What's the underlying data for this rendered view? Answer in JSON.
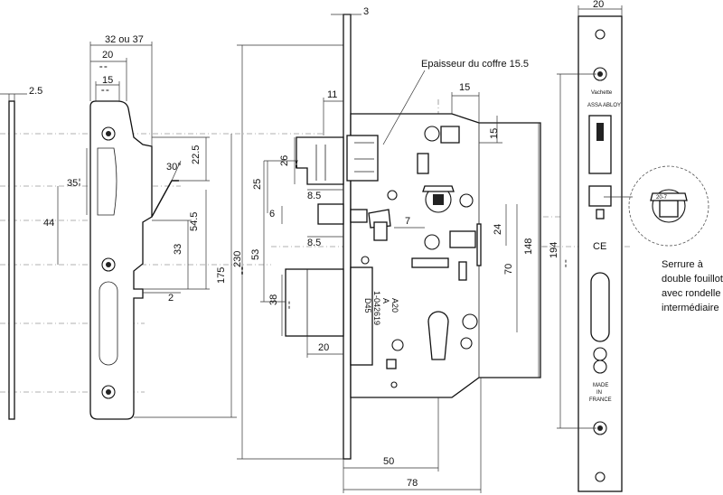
{
  "left_view": {
    "dims": {
      "thickness": "2.5",
      "width_total": "32 ou 37",
      "width_20": "20",
      "eq_20": "= =",
      "width_15": "15",
      "eq_15": "= =",
      "h35": "35",
      "eq_35": "= =",
      "h44": "44",
      "angle": "30°",
      "h22_5": "22.5",
      "h54_5": "54.5",
      "h33": "33",
      "offset2": "2",
      "h175": "175",
      "h230": "230",
      "eq_230": "= ="
    }
  },
  "center_view": {
    "dims": {
      "top3": "3",
      "w11": "11",
      "w15": "15",
      "h15": "15",
      "h26": "26",
      "eq_26": "= =",
      "h25": "25",
      "h8_5a": "8.5",
      "h6": "6",
      "h7": "7",
      "h8_5b": "8.5",
      "h24": "24",
      "h53": "53",
      "h148": "148",
      "h70": "70",
      "h38": "38",
      "eq_38": "= =",
      "w20": "20",
      "w50": "50",
      "w78": "78"
    },
    "coffre_label": "Epaisseur du coffre 15.5",
    "body_text": [
      "D45",
      "1-042619",
      "A",
      "A20"
    ]
  },
  "right_view": {
    "dims": {
      "w20": "20",
      "h194": "194",
      "eq_194": "= ="
    },
    "brand_name": "Vachette",
    "group_name": "ASSA ABLOY",
    "ce_mark": "CE",
    "made_in_1": "MADE",
    "made_in_2": "IN",
    "made_in_3": "FRANCE",
    "spindle_label": "20-7",
    "note": [
      "Serrure à",
      "double fouillot",
      "avec rondelle",
      "intermédiaire"
    ]
  }
}
